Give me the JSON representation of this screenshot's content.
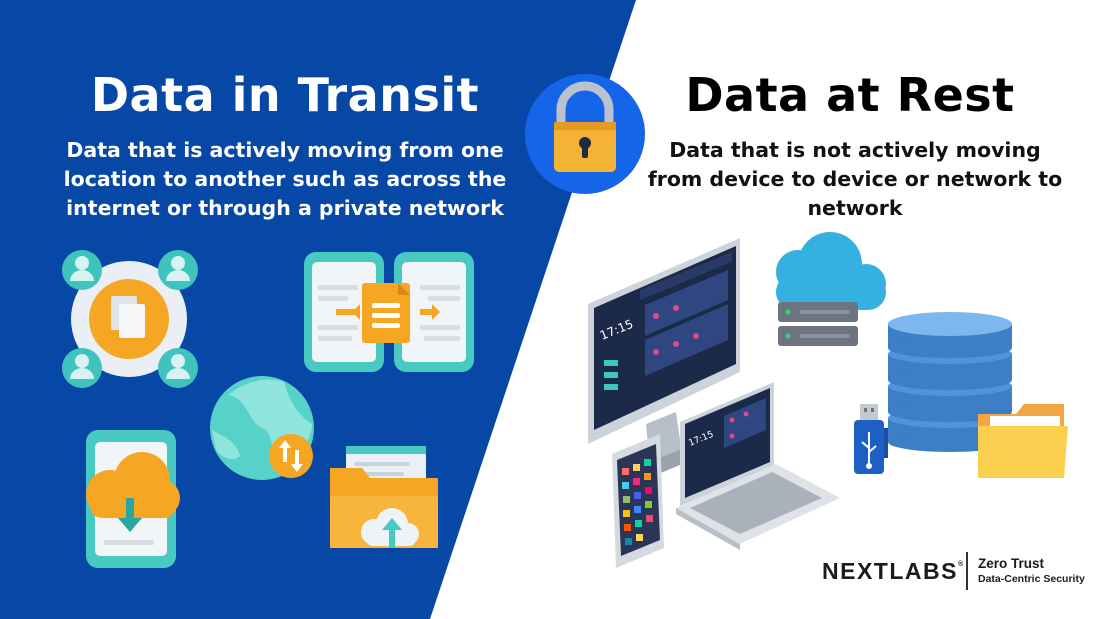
{
  "colors": {
    "left_panel": "#0747a6",
    "accent_orange": "#f5a623",
    "teal": "#56d2c8",
    "lock_circle": "#1565e8",
    "db_blue": "#4a90d9",
    "cloud_blue": "#34b1e0"
  },
  "left": {
    "title": "Data in Transit",
    "description": "Data that is actively moving from one location to another such as across the internet or through a private network"
  },
  "right": {
    "title": "Data at Rest",
    "description": "Data that is not actively moving from device to device or network to network"
  },
  "devices": {
    "monitor_clock": "17:15",
    "laptop_clock": "17:15"
  },
  "brand": {
    "logo": "NEXTLABS",
    "logo_mark": "®",
    "tagline_1": "Zero Trust",
    "tagline_2": "Data-Centric Security"
  },
  "icons": [
    "people-network-icon",
    "document-transfer-icon",
    "globe-exchange-icon",
    "cloud-download-phone-icon",
    "folder-cloud-upload-icon",
    "padlock-icon",
    "desktop-monitor-icon",
    "cloud-server-icon",
    "database-icon",
    "usb-drive-icon",
    "folder-icon",
    "laptop-icon",
    "smartphone-icon"
  ]
}
